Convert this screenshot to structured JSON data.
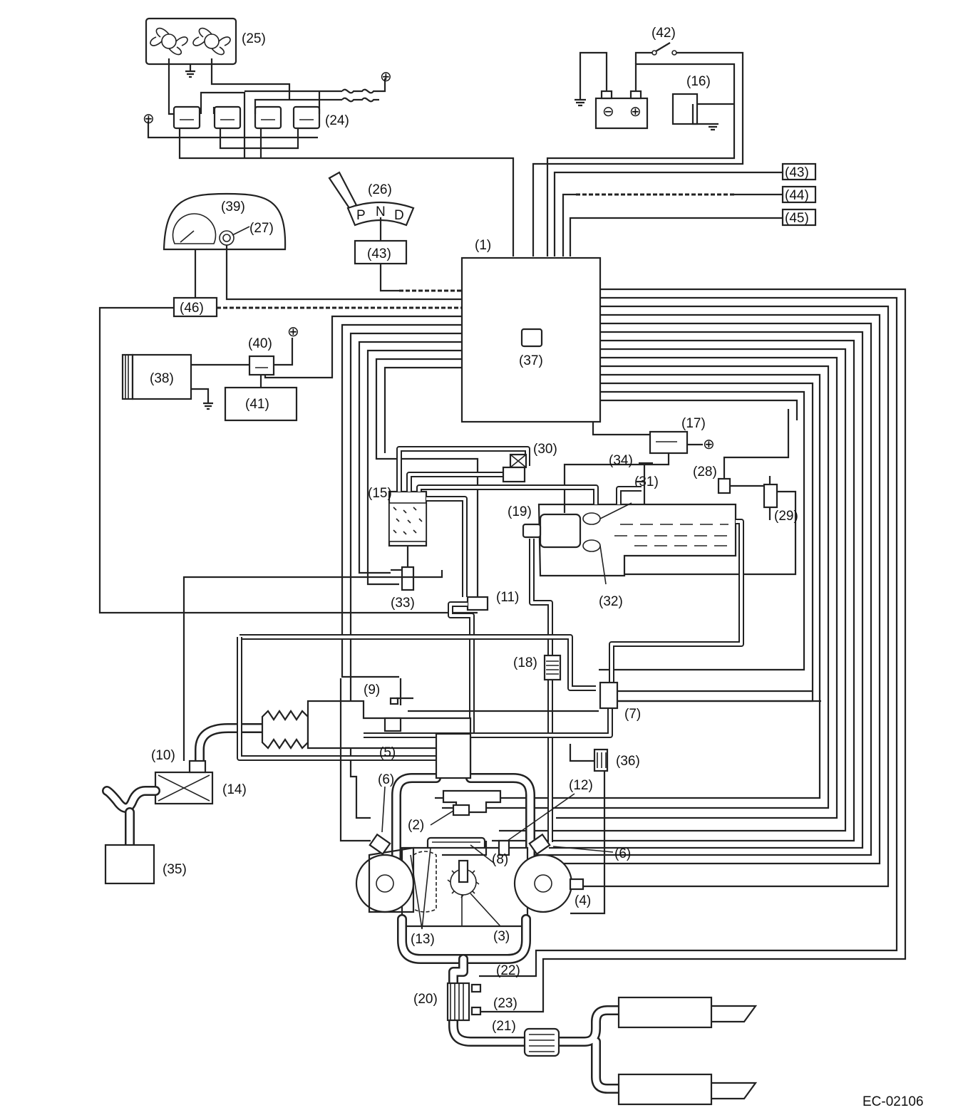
{
  "diagram_id": "EC-02106",
  "labels": {
    "l1": "(1)",
    "l2": "(2)",
    "l3": "(3)",
    "l4": "(4)",
    "l5": "(5)",
    "l6": "(6)",
    "l7": "(7)",
    "l8": "(8)",
    "l9": "(9)",
    "l10": "(10)",
    "l11": "(11)",
    "l12": "(12)",
    "l13": "(13)",
    "l14": "(14)",
    "l15": "(15)",
    "l16": "(16)",
    "l17": "(17)",
    "l18": "(18)",
    "l19": "(19)",
    "l20": "(20)",
    "l21": "(21)",
    "l22": "(22)",
    "l23": "(23)",
    "l24": "(24)",
    "l25": "(25)",
    "l26": "(26)",
    "l27": "(27)",
    "l28": "(28)",
    "l29": "(29)",
    "l30": "(30)",
    "l31": "(31)",
    "l32": "(32)",
    "l33": "(33)",
    "l34": "(34)",
    "l35": "(35)",
    "l36": "(36)",
    "l37": "(37)",
    "l38": "(38)",
    "l39": "(39)",
    "l40": "(40)",
    "l41": "(41)",
    "l42": "(42)",
    "l43": "(43)",
    "l44": "(44)",
    "l45": "(45)",
    "l46": "(46)"
  },
  "shift_lever_letters": [
    "P",
    "N",
    "D"
  ],
  "power_symbol": "⊕",
  "ground_symbol": "⊖"
}
